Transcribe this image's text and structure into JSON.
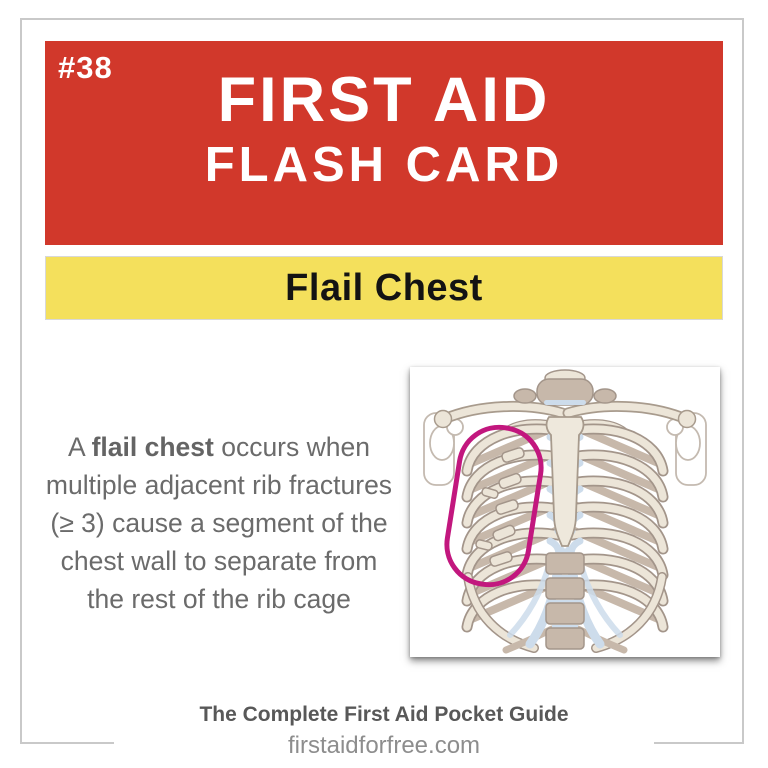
{
  "header": {
    "card_number": "#38",
    "title_line1": "FIRST AID",
    "title_line2": "FLASH CARD",
    "background_color": "#d1382b",
    "text_color": "#ffffff"
  },
  "topic": {
    "title": "Flail Chest",
    "background_color": "#f4e05c",
    "text_color": "#131313"
  },
  "definition": {
    "prefix": "A ",
    "term": "flail chest",
    "rest": " occurs when multiple adjacent rib fractures (≥ 3) cause a segment of the chest wall to separate from the rest of the rib cage",
    "text_color": "#6b6b6b"
  },
  "figure": {
    "name": "rib-cage-flail-segment-illustration",
    "highlight_color": "#c2177e",
    "bone_color": "#ece5d8",
    "posterior_rib_color": "#c7b8aa",
    "cartilage_color": "#cddceb"
  },
  "footer": {
    "guide_title": "The Complete First Aid Pocket Guide",
    "website": "firstaidforfree.com"
  }
}
